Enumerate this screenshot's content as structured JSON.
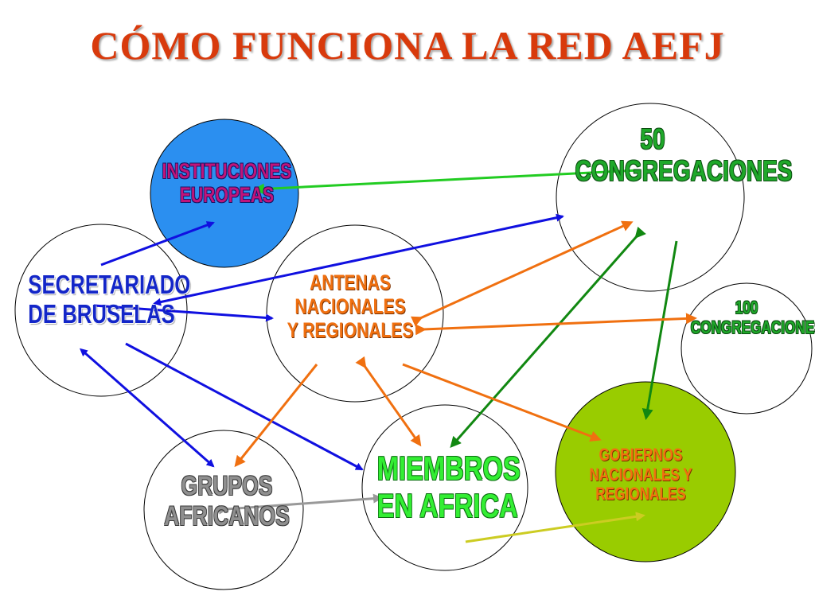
{
  "title": "CÓMO FUNCIONA LA RED AEFJ",
  "nodes": {
    "instituciones": {
      "line1": "INSTITUCIONES",
      "line2": "EUROPEAS",
      "fill": "#2b8ff0"
    },
    "secretariado": {
      "line1": "SECRETARIADO",
      "line2": "DE BRUSELAS"
    },
    "antenas": {
      "line1": "ANTENAS",
      "line2": "NACIONALES",
      "line3": "Y REGIONALES"
    },
    "congregaciones50": {
      "line1": "50",
      "line2": "CONGREGACIONES"
    },
    "congregaciones100": {
      "line1": "100",
      "line2": "CONGREGACIONES"
    },
    "grupos": {
      "line1": "GRUPOS",
      "line2": "AFRICANOS"
    },
    "miembros": {
      "line1": "MIEMBROS",
      "line2": "EN AFRICA"
    },
    "gobiernos": {
      "line1": "GOBIERNOS",
      "line2": "NACIONALES Y",
      "line3": "REGIONALES",
      "fill": "#99cc00"
    }
  },
  "colors": {
    "title": "#d83a0c",
    "blue_arrow": "#1010e0",
    "green_arrow": "#22cc22",
    "dark_green_arrow": "#118811",
    "orange_arrow": "#f07010",
    "gray_arrow": "#999999",
    "yellow_arrow": "#cccc22"
  }
}
